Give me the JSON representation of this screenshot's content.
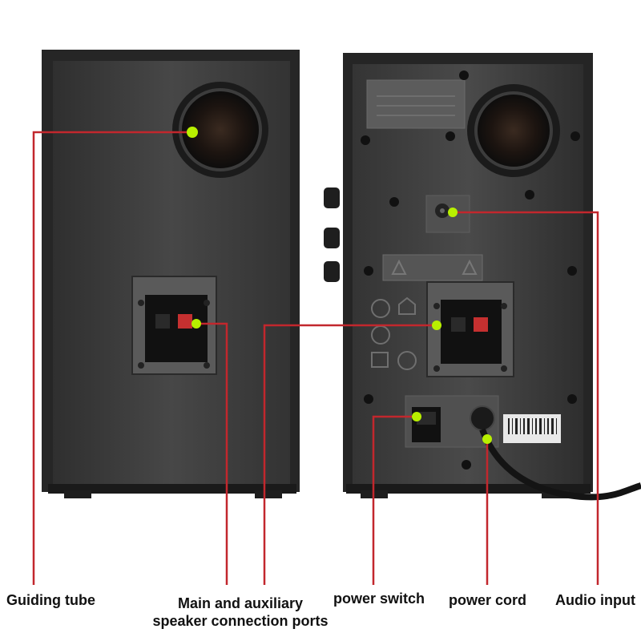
{
  "colors": {
    "background": "#ffffff",
    "cabinet": "#3a3a3a",
    "panel": "#4a4a4a",
    "callout_line": "#c2272d",
    "callout_dot": "#b8f000",
    "label_text": "#111111"
  },
  "callouts": [
    {
      "id": "guiding-tube",
      "lines": [
        "Guiding tube"
      ]
    },
    {
      "id": "speaker-ports",
      "lines": [
        "Main and auxiliary",
        "speaker connection ports"
      ]
    },
    {
      "id": "power-switch",
      "lines": [
        "power switch"
      ]
    },
    {
      "id": "power-cord",
      "lines": [
        "power cord"
      ]
    },
    {
      "id": "audio-input",
      "lines": [
        "Audio input"
      ]
    }
  ],
  "icons": [
    "port-tube-icon",
    "spring-terminal-icon",
    "rocker-switch-icon",
    "power-cable-icon",
    "rca-jack-icon",
    "barcode-sticker-icon",
    "certification-marks-icon",
    "warning-label-icon"
  ]
}
